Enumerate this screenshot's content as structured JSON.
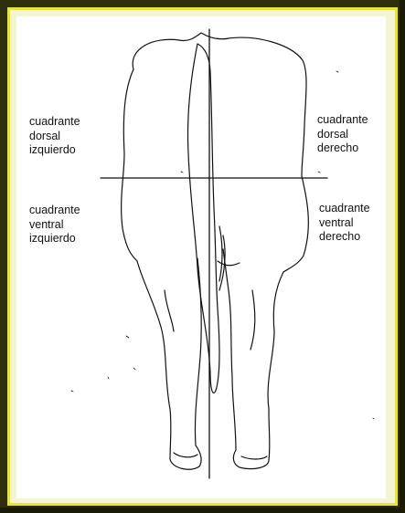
{
  "quadrants": {
    "dorsal_left": "cuadrante\ndorsal\nizquierdo",
    "ventral_left": "cuadrante\nventral\nizquierdo",
    "dorsal_right": "cuadrante\ndorsal\nderecho",
    "ventral_right": "cuadrante\nventral\nderecho"
  },
  "colors": {
    "outer_frame": "#2e2e0a",
    "border": "#e4e44a",
    "background": "#ffffff",
    "ink": "#111111"
  }
}
